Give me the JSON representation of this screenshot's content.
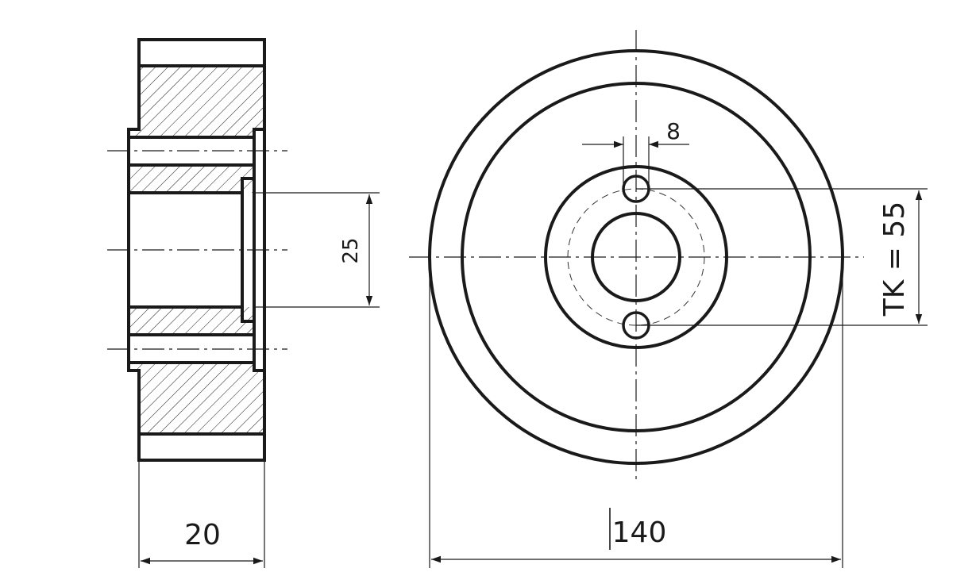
{
  "drawing": {
    "title": "Wheel with bolt holes - side section and front view",
    "colors": {
      "line": "#1a1a1a",
      "tread": "#d4d5d7",
      "background": "#ffffff"
    },
    "dimensions": {
      "width_label": "20",
      "bore_label": "25",
      "diameter_label": "140",
      "hole_label": "8",
      "pitch_circle_label": "TK = 55"
    }
  }
}
